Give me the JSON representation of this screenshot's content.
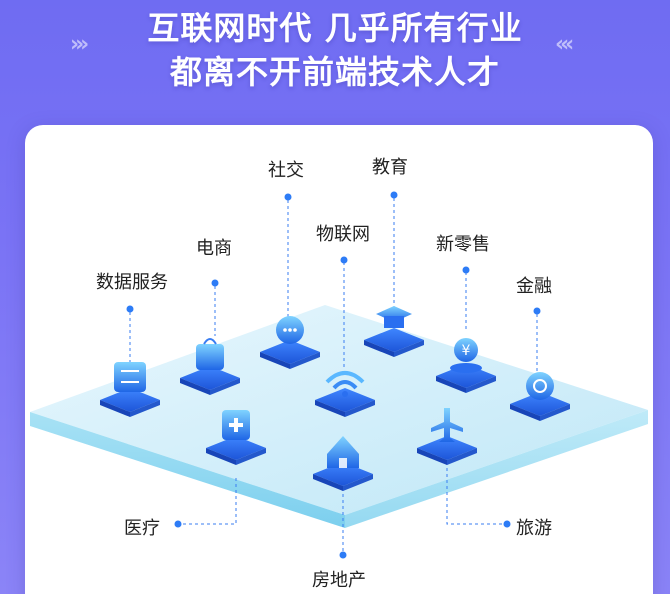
{
  "header": {
    "line1": "互联网时代 几乎所有行业",
    "line2": "都离不开前端技术人才"
  },
  "industries": {
    "data_services": "数据服务",
    "ecommerce": "电商",
    "social": "社交",
    "iot": "物联网",
    "education": "教育",
    "new_retail": "新零售",
    "finance": "金融",
    "medical": "医疗",
    "real_estate": "房地产",
    "travel": "旅游"
  },
  "colors": {
    "background": "#7a73f5",
    "platform_top": "#d6f0fb",
    "platform_side": "#9ddcf3",
    "icon_blue": "#2a6ff0",
    "dot": "#2d7cf6"
  }
}
